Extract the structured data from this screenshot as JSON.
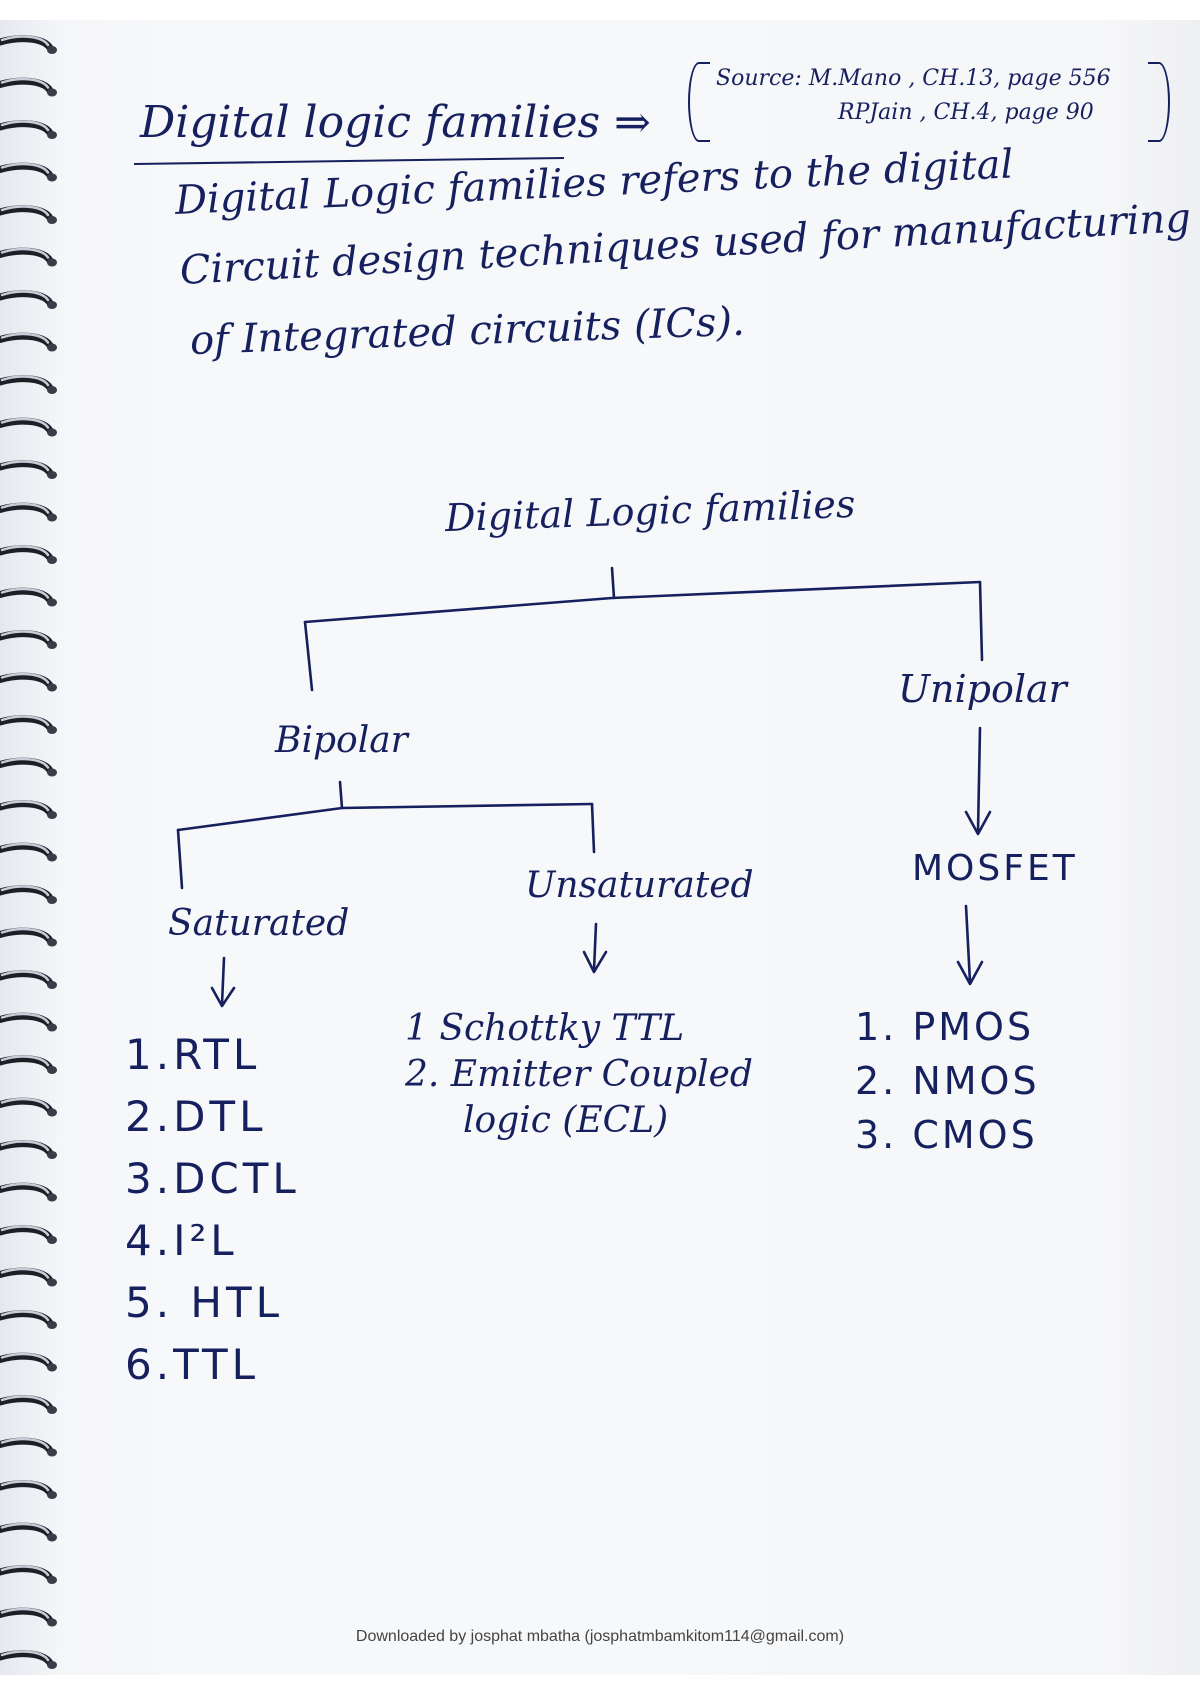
{
  "title": "Digital logic families ⇒",
  "source": {
    "line1": "Source: M.Mano , CH.13, page 556",
    "line2": "RPJain , CH.4, page 90"
  },
  "definition": {
    "line1": "Digital Logic families refers to the digital",
    "line2": "Circuit design techniques used for manufacturing",
    "line3": "of Integrated circuits (ICs)."
  },
  "tree": {
    "root": "Digital Logic families",
    "bipolar": "Bipolar",
    "unipolar": "Unipolar",
    "saturated": "Saturated",
    "unsaturated": "Unsaturated",
    "mosfet": "MOSFET",
    "saturated_list": [
      "1.RTL",
      "2.DTL",
      "3.DCTL",
      "4.I²L",
      "5. HTL",
      "6.TTL"
    ],
    "unsaturated_list": [
      "1 Schottky TTL",
      "2. Emitter Coupled",
      "logic (ECL)"
    ],
    "mosfet_list": [
      "1. PMOS",
      "2. NMOS",
      "3. CMOS"
    ]
  },
  "footer": "Downloaded by josphat mbatha (josphatmbamkitom114@gmail.com)",
  "colors": {
    "ink": "#16205e",
    "paper": "#f6f7f9"
  }
}
